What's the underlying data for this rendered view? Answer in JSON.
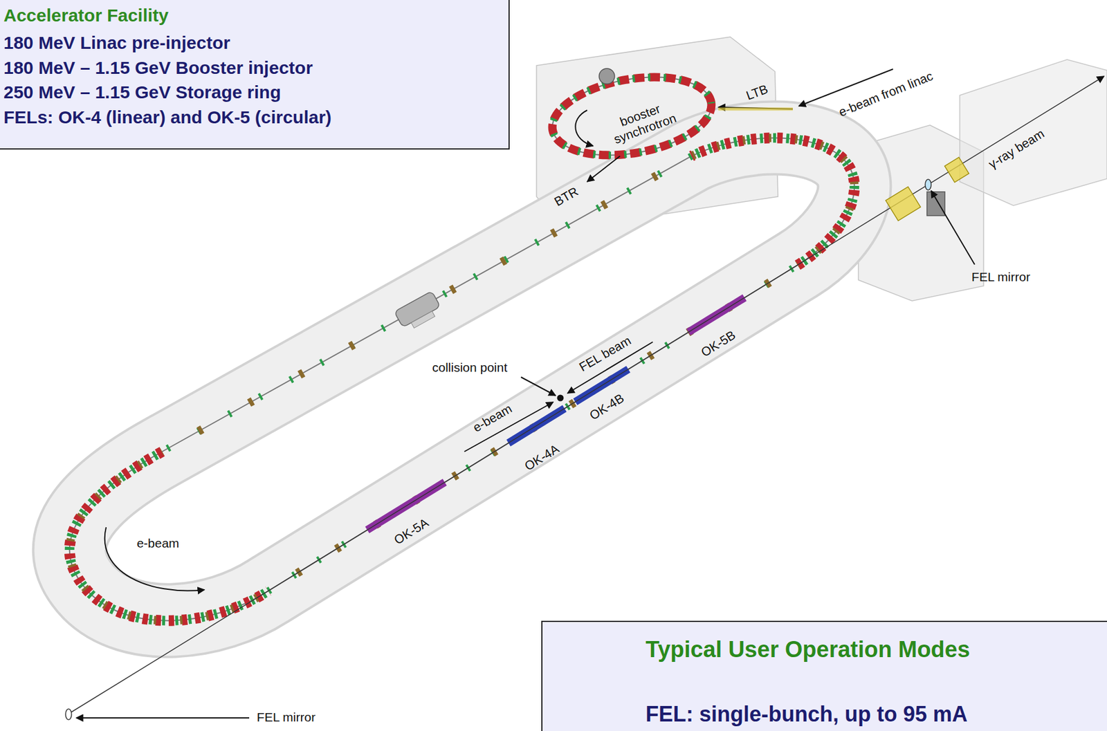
{
  "diagram": {
    "nodes": [
      {
        "text": [
          "Accelerator Facility",
          "180 MeV Linac pre-injector",
          "180 MeV – 1.15 GeV Booster injector",
          "250 MeV – 1.15 GeV Storage ring",
          "FELs: OK-4 (linear) and OK-5 (circular)"
        ]
      },
      {
        "text": [
          "Typical User Operation Modes",
          "FEL: single-bunch, up to 95 mA"
        ]
      }
    ],
    "labels": [
      "booster synchrotron",
      "LTB",
      "e-beam from linac",
      "BTR",
      "γ-ray beam",
      "FEL mirror",
      "collision point",
      "FEL beam",
      "OK-5B",
      "e-beam",
      "OK-4A",
      "OK-4B",
      "OK-5A",
      "e-beam",
      "FEL mirror"
    ]
  }
}
